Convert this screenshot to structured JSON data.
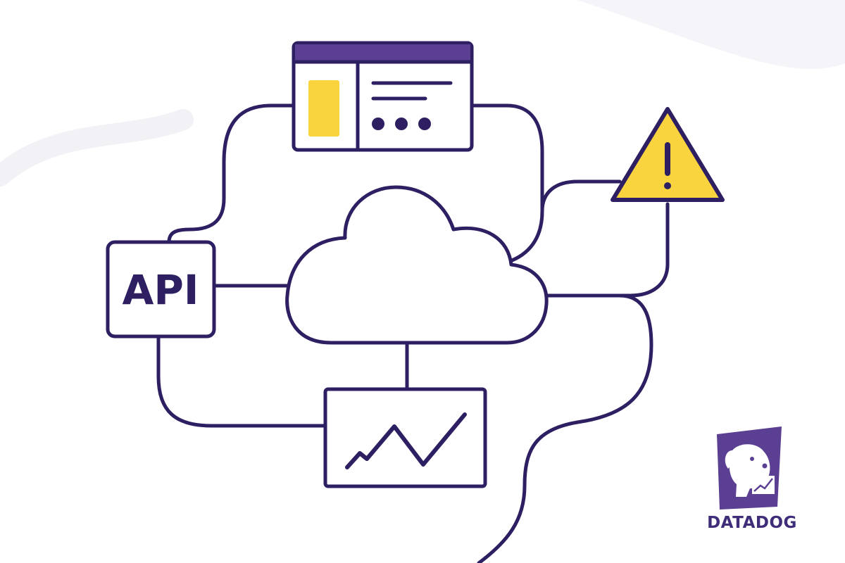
{
  "diagram": {
    "nodes": [
      {
        "id": "dashboard",
        "kind": "browser-window"
      },
      {
        "id": "alert",
        "kind": "warning-triangle"
      },
      {
        "id": "api",
        "kind": "box",
        "label": "API"
      },
      {
        "id": "cloud",
        "kind": "cloud"
      },
      {
        "id": "graph",
        "kind": "line-chart-panel"
      }
    ],
    "connections": [
      [
        "api",
        "cloud"
      ],
      [
        "api",
        "dashboard"
      ],
      [
        "api",
        "graph"
      ],
      [
        "dashboard",
        "cloud"
      ],
      [
        "cloud",
        "alert"
      ],
      [
        "cloud",
        "graph"
      ]
    ]
  },
  "brand": {
    "name": "DATADOG",
    "logo_icon": "datadog-dog-icon"
  },
  "colors": {
    "stroke": "#2e1f63",
    "accent_purple": "#5b3f93",
    "accent_yellow": "#f9d43f",
    "background": "#ffffff"
  }
}
